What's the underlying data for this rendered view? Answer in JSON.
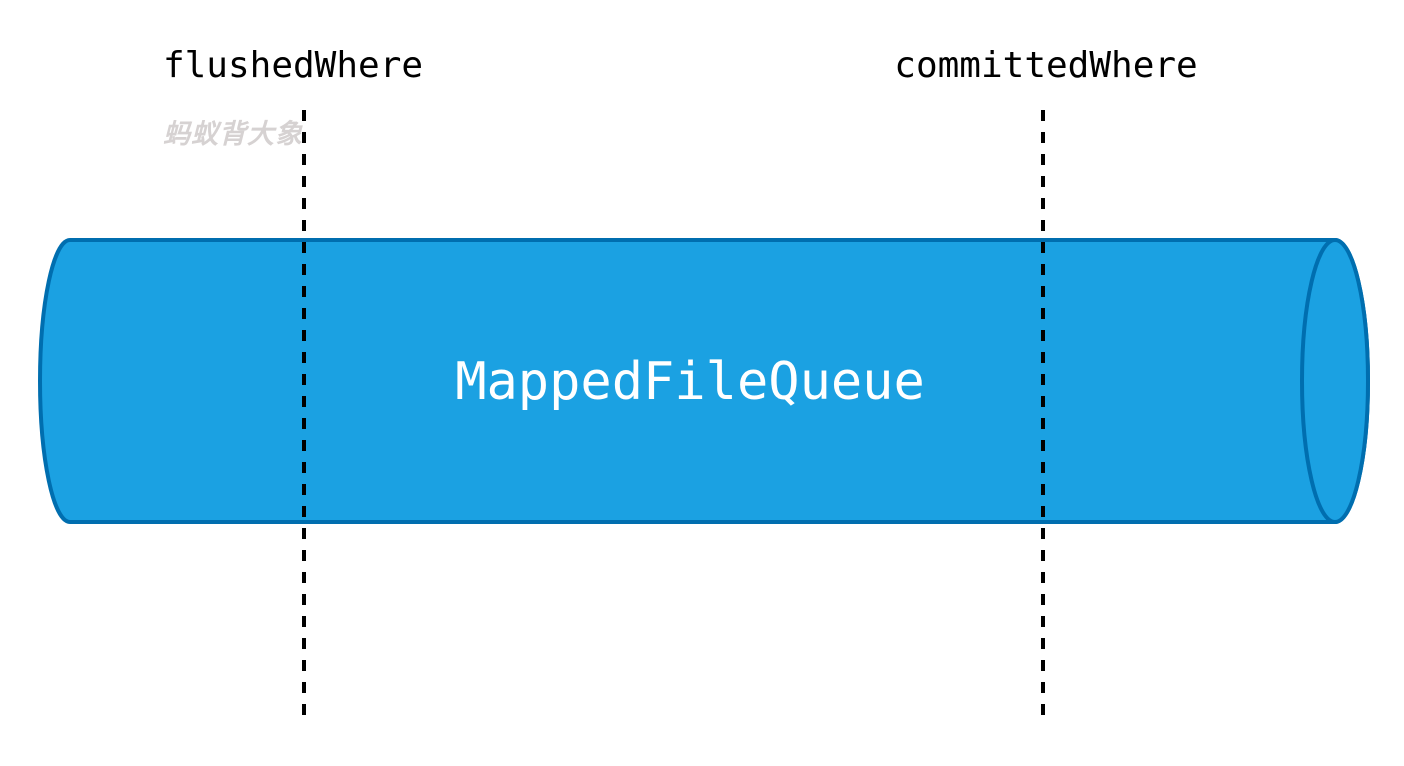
{
  "cylinder": {
    "label": "MappedFileQueue",
    "fill_color": "#1BA1E2",
    "stroke_color": "#006EAF",
    "label_color": "#FFFFFF"
  },
  "markers": [
    {
      "label": "flushedWhere"
    },
    {
      "label": "committedWhere"
    }
  ],
  "marker_line": {
    "color": "#000000",
    "style": "dashed"
  },
  "watermark": {
    "text": "蚂蚁背大象",
    "color": "#D6D2D2"
  },
  "background_color": "#FFFFFF"
}
